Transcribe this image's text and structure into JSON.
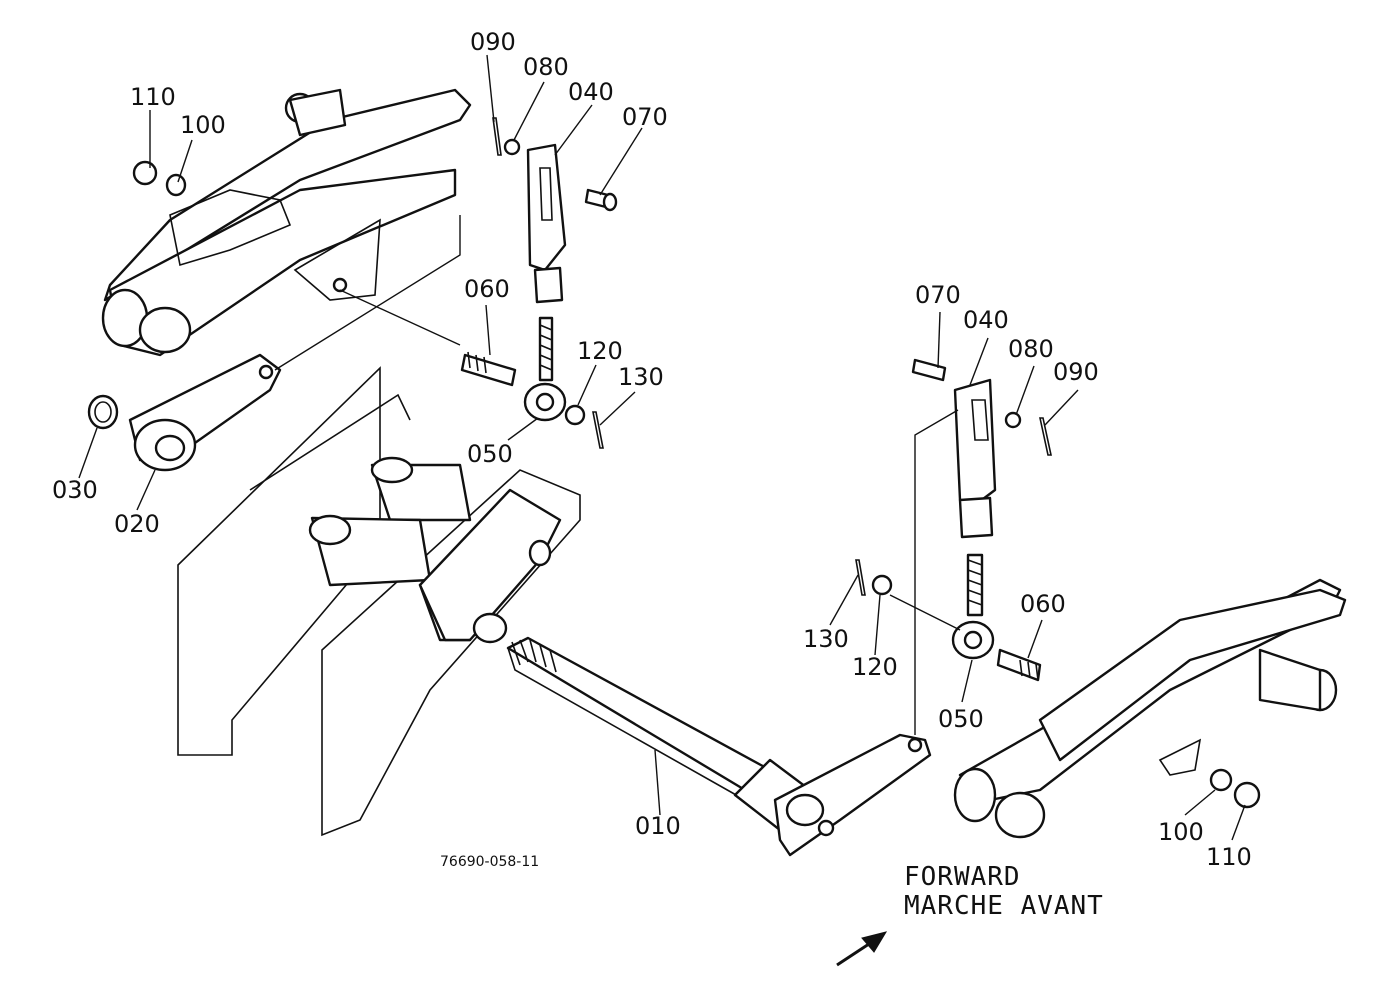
{
  "callouts": {
    "left_090": "090",
    "left_080": "080",
    "left_040": "040",
    "left_070": "070",
    "left_110": "110",
    "left_100": "100",
    "left_060": "060",
    "left_120": "120",
    "left_130": "130",
    "left_050": "050",
    "left_030": "030",
    "left_020": "020",
    "right_070": "070",
    "right_040": "040",
    "right_080": "080",
    "right_090": "090",
    "right_060": "060",
    "right_130": "130",
    "right_120": "120",
    "right_050": "050",
    "shaft_010": "010",
    "right_100": "100",
    "right_110": "110"
  },
  "drawing_code": "76690-058-11",
  "direction": {
    "line1": "FORWARD",
    "line2": "MARCHE AVANT"
  },
  "icons": {
    "direction_arrow": "forward-arrow-icon"
  }
}
